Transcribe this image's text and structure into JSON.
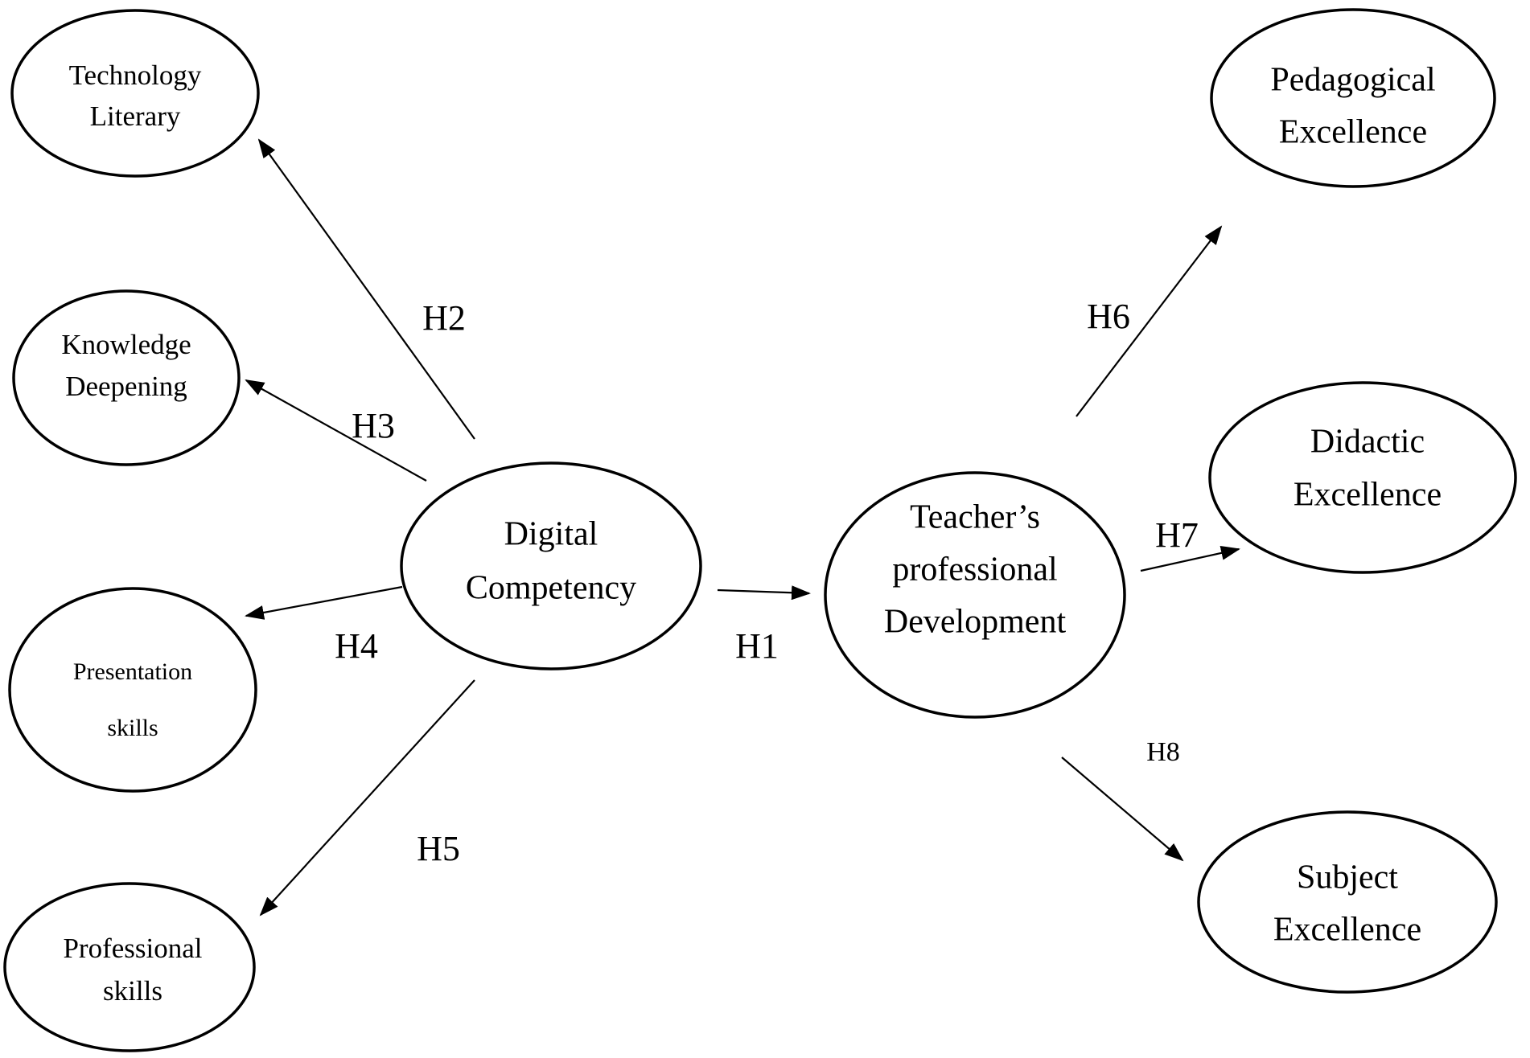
{
  "nodes": {
    "technology_literary": {
      "lines": [
        "Technology",
        "Literary"
      ]
    },
    "knowledge_deepening": {
      "lines": [
        "Knowledge",
        "Deepening"
      ]
    },
    "presentation_skills": {
      "lines": [
        "Presentation",
        "skills"
      ]
    },
    "professional_skills": {
      "lines": [
        "Professional",
        "skills"
      ]
    },
    "digital_competency": {
      "lines": [
        "Digital",
        "Competency"
      ]
    },
    "teachers_development": {
      "lines": [
        "Teacher’s",
        "professional",
        "Development"
      ]
    },
    "pedagogical_excellence": {
      "lines": [
        "Pedagogical",
        "Excellence"
      ]
    },
    "didactic_excellence": {
      "lines": [
        "Didactic",
        "Excellence"
      ]
    },
    "subject_excellence": {
      "lines": [
        "Subject",
        "Excellence"
      ]
    }
  },
  "edges": {
    "h1": {
      "label": "H1",
      "from": "Digital Competency",
      "to": "Teacher’s professional Development"
    },
    "h2": {
      "label": "H2",
      "from": "Digital Competency",
      "to": "Technology Literary"
    },
    "h3": {
      "label": "H3",
      "from": "Digital Competency",
      "to": "Knowledge Deepening"
    },
    "h4": {
      "label": "H4",
      "from": "Digital Competency",
      "to": "Presentation skills"
    },
    "h5": {
      "label": "H5",
      "from": "Digital Competency",
      "to": "Professional skills"
    },
    "h6": {
      "label": "H6",
      "from": "Teacher’s professional Development",
      "to": "Pedagogical Excellence"
    },
    "h7": {
      "label": "H7",
      "from": "Teacher’s professional Development",
      "to": "Didactic Excellence"
    },
    "h8": {
      "label": "H8",
      "from": "Teacher’s professional Development",
      "to": "Subject Excellence"
    }
  }
}
